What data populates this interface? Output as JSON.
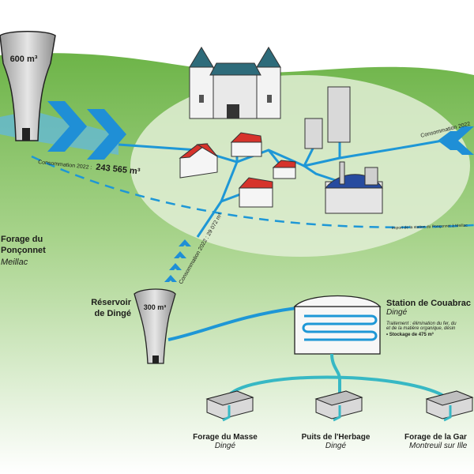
{
  "colors": {
    "hill_dark": "#6fb64a",
    "hill_light": "#c9e3b4",
    "village_glow": "#dfeed3",
    "water_main": "#1e97d6",
    "water_light": "#37b8c4",
    "chevron": "#1f8fd6",
    "roof_red": "#d6332b",
    "tower_grey": "#cfcfcf",
    "factory_blue": "#274b9f"
  },
  "icons": [
    "water-tower-icon",
    "castle-icon",
    "house-icon",
    "factory-icon",
    "building-icon",
    "treatment-tank-icon",
    "borehole-icon",
    "flow-chevron-icon"
  ],
  "tower_main": {
    "capacity": "600 m³"
  },
  "forage_ponconnet": {
    "line1": "Forage du",
    "line2": "Ponçonnet",
    "commune": "Meillac"
  },
  "consumption_main": {
    "prefix": "Consommation 2022 :",
    "value": "243 565 m³"
  },
  "consumption_right": {
    "text": "Consommation 2022"
  },
  "consumption_dinge": {
    "text": "Consommation 2022 : 29 072 m³"
  },
  "import_note": {
    "text": "Import de la station du Ponçonnet à Meillac"
  },
  "reservoir": {
    "line1": "Réservoir",
    "line2": "de Dingé",
    "capacity": "300 m³"
  },
  "station": {
    "title": "Station de Couabrac",
    "commune": "Dingé",
    "treatment_l1": "Traitement : élimination du fer, du",
    "treatment_l2": "et de la matière organique, désin",
    "storage": "• Stockage de 475 m³"
  },
  "sources": [
    {
      "name": "Forage du Masse",
      "commune": "Dingé"
    },
    {
      "name": "Puits de l'Herbage",
      "commune": "Dingé"
    },
    {
      "name": "Forage de la Gar",
      "commune": "Montreuil sur Ille"
    }
  ]
}
